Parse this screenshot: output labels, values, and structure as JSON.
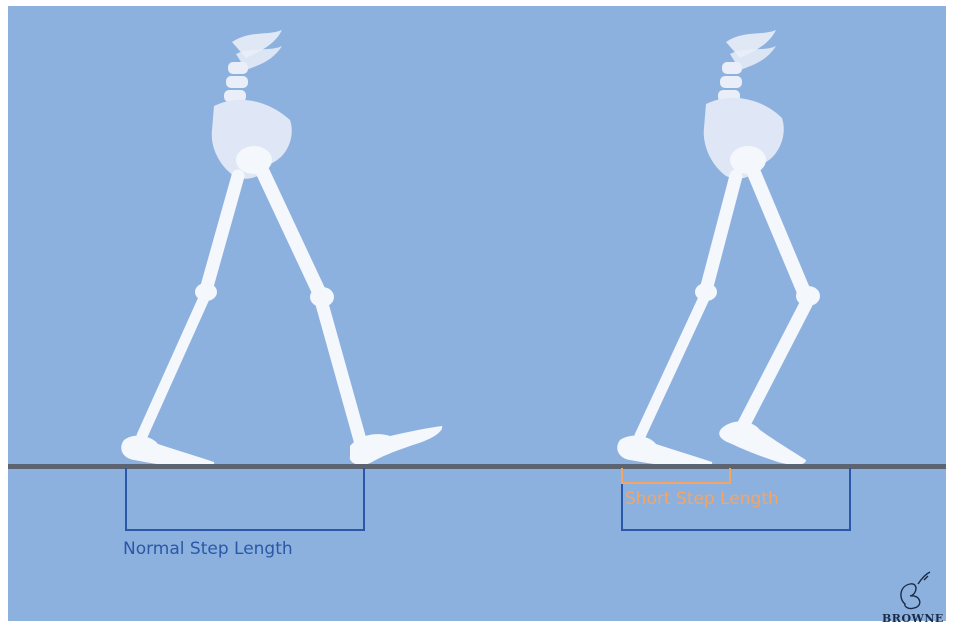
{
  "labels": {
    "normal_step": "Normal Step Length",
    "short_step": "Short Step Length"
  },
  "signature": {
    "name": "BROWNE"
  },
  "colors": {
    "background": "#8db1df",
    "bone": "#f4f7fc",
    "bone_translucent": "#dfe7f6",
    "ground": "#5b6470",
    "normal_bracket": "#2a58a6",
    "short_bracket": "#f2a564"
  }
}
